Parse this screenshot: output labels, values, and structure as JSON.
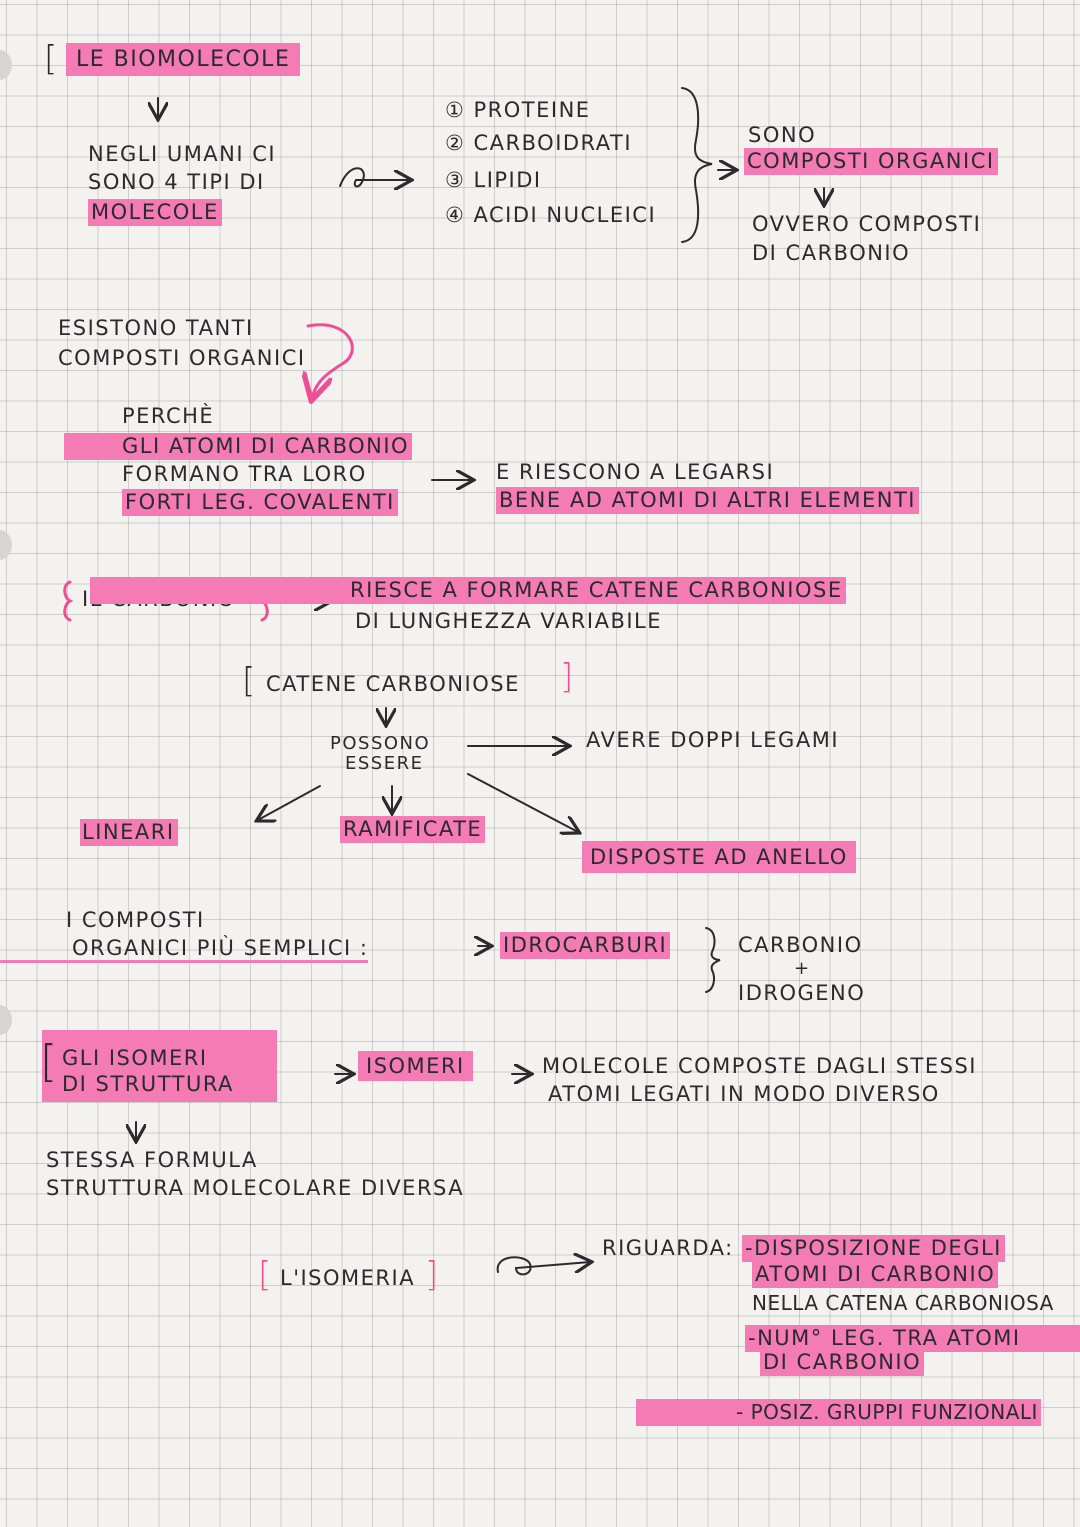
{
  "section1": {
    "title": "LE BIOMOLECOLE",
    "intro": [
      "NEGLI UMANI CI",
      "SONO 4 TIPI DI",
      "MOLECOLE"
    ],
    "types": [
      "① PROTEINE",
      "② CARBOIDRATI",
      "③ LIPIDI",
      "④ ACIDI NUCLEICI"
    ],
    "sono": "SONO",
    "composti": "COMPOSTI ORGANICI",
    "ovvero": [
      "OVVERO COMPOSTI",
      "DI CARBONIO"
    ]
  },
  "section2": {
    "esistono": [
      "ESISTONO TANTI",
      "COMPOSTI ORGANICI"
    ],
    "perche": "PERCHÈ",
    "reasons": [
      "GLI ATOMI DI CARBONIO",
      "FORMANO TRA LORO",
      "FORTI LEG. COVALENTI"
    ],
    "riescono": [
      "E RIESCONO A LEGARSI",
      "BENE AD ATOMI DI ALTRI ELEMENTI"
    ]
  },
  "section3": {
    "carbonio": "IL CARBONIO",
    "riesce": [
      "RIESCE A FORMARE CATENE CARBONIOSE",
      "DI LUNGHEZZA VARIABILE"
    ],
    "catene": "CATENE CARBONIOSE",
    "possono": [
      "POSSONO",
      "ESSERE"
    ],
    "avere": "AVERE DOPPI LEGAMI",
    "lineari": "LINEARI",
    "ramificate": "RAMIFICATE",
    "anello": "DISPOSTE AD ANELLO"
  },
  "section4": {
    "composti": [
      "I COMPOSTI",
      "ORGANICI PIÙ SEMPLICI :"
    ],
    "idrocarburi": "IDROCARBURI",
    "formula": [
      "CARBONIO",
      "+",
      "IDROGENO"
    ]
  },
  "section5": {
    "title": [
      "GLI ISOMERI",
      "DI STRUTTURA"
    ],
    "isomeri": "ISOMERI",
    "definition": [
      "MOLECOLE COMPOSTE DAGLI STESSI",
      "ATOMI LEGATI IN MODO DIVERSO"
    ],
    "note": [
      "STESSA FORMULA",
      "STRUTTURA MOLECOLARE DIVERSA"
    ],
    "isomeria": "L'ISOMERIA",
    "riguarda": "RIGUARDA:",
    "points": [
      "-DISPOSIZIONE DEGLI",
      "ATOMI DI CARBONIO",
      "NELLA CATENA CARBONIOSA",
      "-NUM° LEG. TRA ATOMI",
      "DI CARBONIO",
      "- POSIZ. GRUPPI FUNZIONALI"
    ]
  },
  "colors": {
    "highlighter": "#f57bb4",
    "ink": "#2b2a2e",
    "bracket_pink": "#ee4e96"
  }
}
